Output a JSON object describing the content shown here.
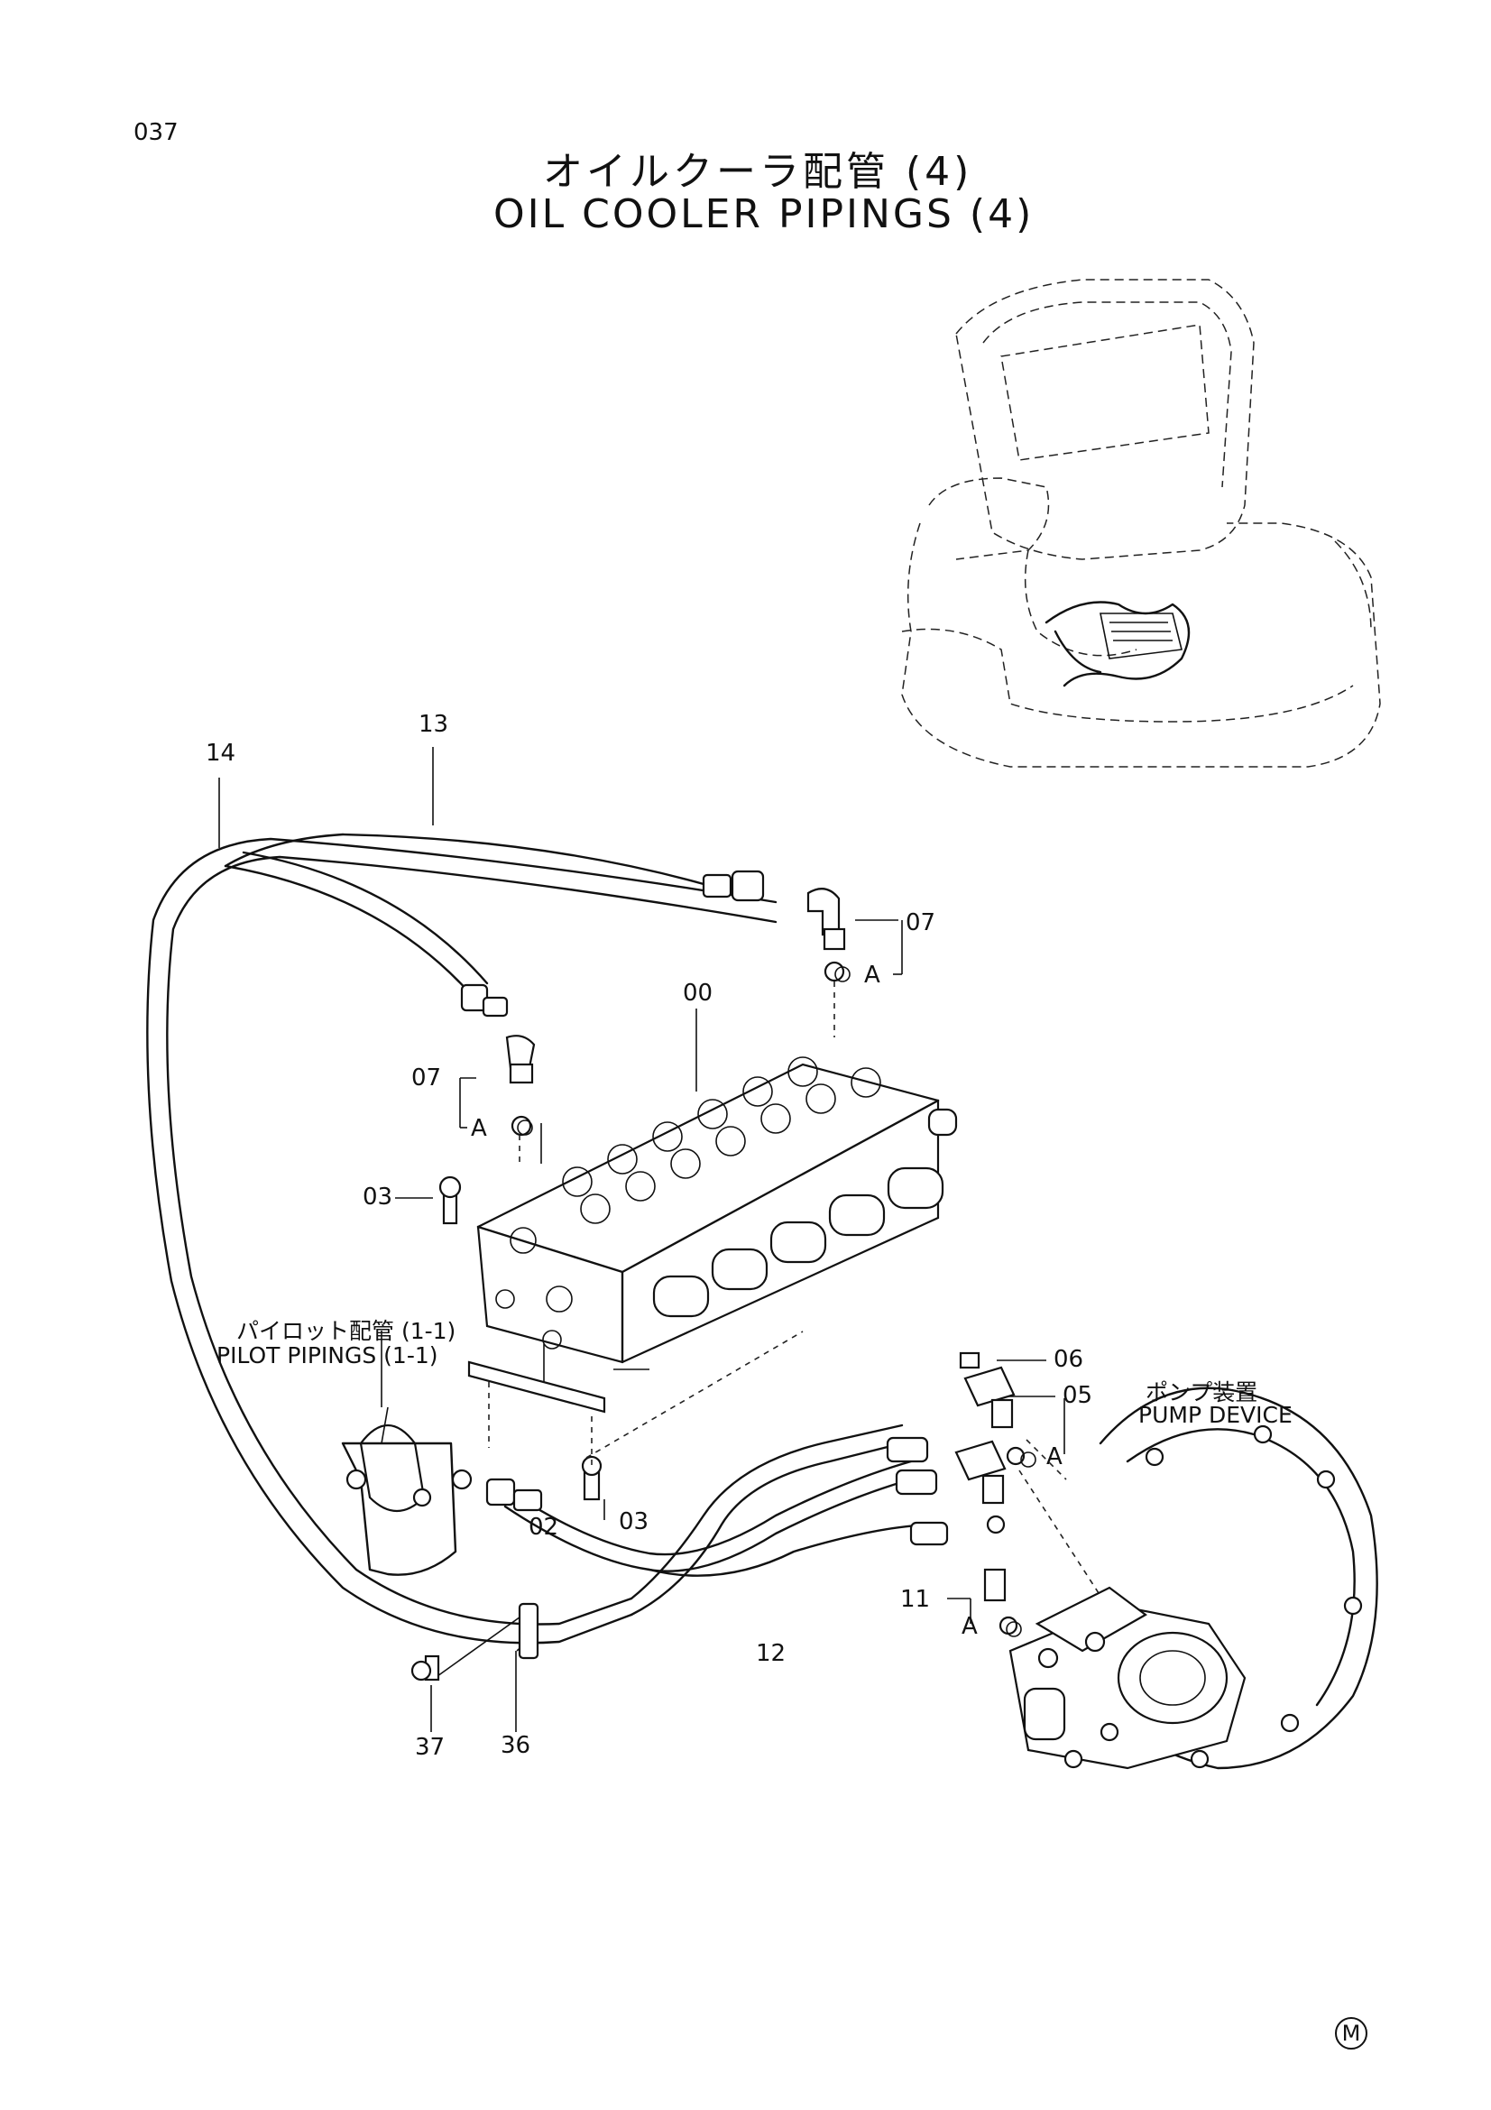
{
  "header": {
    "page_number": "037",
    "title_jp": "オイルクーラ配管 (4)",
    "title_en": "OIL COOLER PIPINGS (4)"
  },
  "callouts": {
    "p00": "00",
    "p02": "02",
    "p03_upper": "03",
    "p03_lower": "03",
    "p05": "05",
    "p06": "06",
    "p07_right": "07",
    "p07_left": "07",
    "p11": "11",
    "p12": "12",
    "p13": "13",
    "p14": "14",
    "p36": "36",
    "p37": "37",
    "a_right": "A",
    "a_left": "A",
    "a_pump": "A",
    "a_lower": "A"
  },
  "references": {
    "pilot_jp": "パイロット配管 (1-1)",
    "pilot_en": "PILOT PIPINGS (1-1)",
    "pump_jp": "ポンプ装置",
    "pump_en": "PUMP DEVICE"
  },
  "footer": {
    "mark": "M"
  }
}
